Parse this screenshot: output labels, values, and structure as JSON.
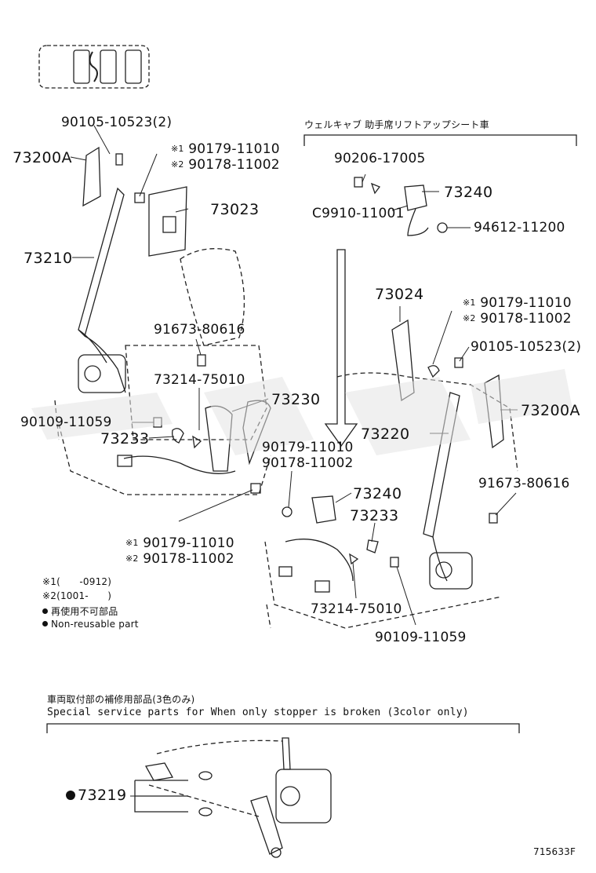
{
  "header_jp": "ウェルキャブ 助手席リフトアップシート車",
  "parts": {
    "p90105_a": "90105-10523(2)",
    "p73200A_a": "73200A",
    "p90179_a": "90179-11010",
    "p90178_a": "90178-11002",
    "p73023": "73023",
    "p73210": "73210",
    "p91673_a": "91673-80616",
    "p73214_a": "73214-75010",
    "p73230": "73230",
    "p90109_a": "90109-11059",
    "p73233_a": "73233",
    "p90179_b": "90179-11010",
    "p90178_b": "90178-11002",
    "p90206": "90206-17005",
    "p73240_a": "73240",
    "pC9910": "C9910-11001",
    "p94612": "94612-11200",
    "p73024": "73024",
    "p90179_c": "90179-11010",
    "p90178_c": "90178-11002",
    "p90105_b": "90105-10523(2)",
    "p73200A_b": "73200A",
    "p73220": "73220",
    "p91673_b": "91673-80616",
    "p90179_d": "90179-11010",
    "p90178_d": "90178-11002",
    "p73240_b": "73240",
    "p73233_b": "73233",
    "p73214_b": "73214-75010",
    "p90109_b": "90109-11059",
    "p73219": "73219"
  },
  "marks": {
    "m1": "※1",
    "m2": "※2"
  },
  "notes": {
    "note1": "※1(　　-0912)",
    "note2": "※2(1001-　　)",
    "nonreuse_jp": "再使用不可部品",
    "nonreuse_en": "Non-reusable part"
  },
  "service": {
    "title_jp": "車両取付部の補修用部品(3色のみ)",
    "title_en": "Special  service  parts  for  When  only  stopper  is  broken  (3color  only)"
  },
  "figure_id": "715633F"
}
